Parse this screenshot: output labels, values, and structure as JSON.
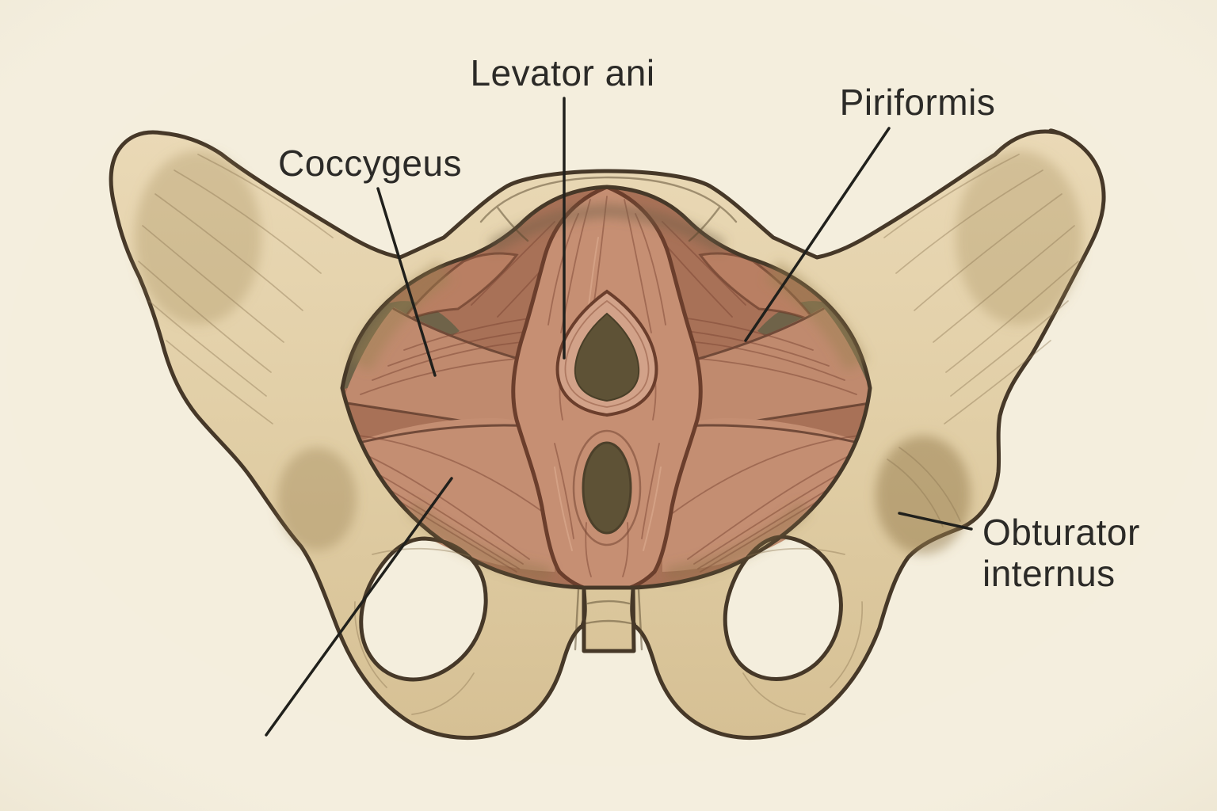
{
  "labels": {
    "levator_ani": "Levator ani",
    "piriformis": "Piriformis",
    "coccygeus": "Coccygeus",
    "obturator_internus": "Obturator internus",
    "obturator_line1": "Obturator",
    "obturator_line2": "internus"
  },
  "colors": {
    "background": "#f4eedd",
    "bone": "#e2d0a8",
    "bone_shadow": "#9a8050",
    "bone_outline": "#463828",
    "muscle_base": "#a87157",
    "muscle_band": "#c08a6e",
    "muscle_fan": "#c48e72",
    "muscle_column": "#c68f73",
    "muscle_ring": "#d2a289",
    "muscle_outline": "#6b3e2c",
    "gap_olive": "#6f6349",
    "opening_dark": "#5e5236",
    "text": "#2b2a27",
    "leader_line": "#20201c"
  }
}
